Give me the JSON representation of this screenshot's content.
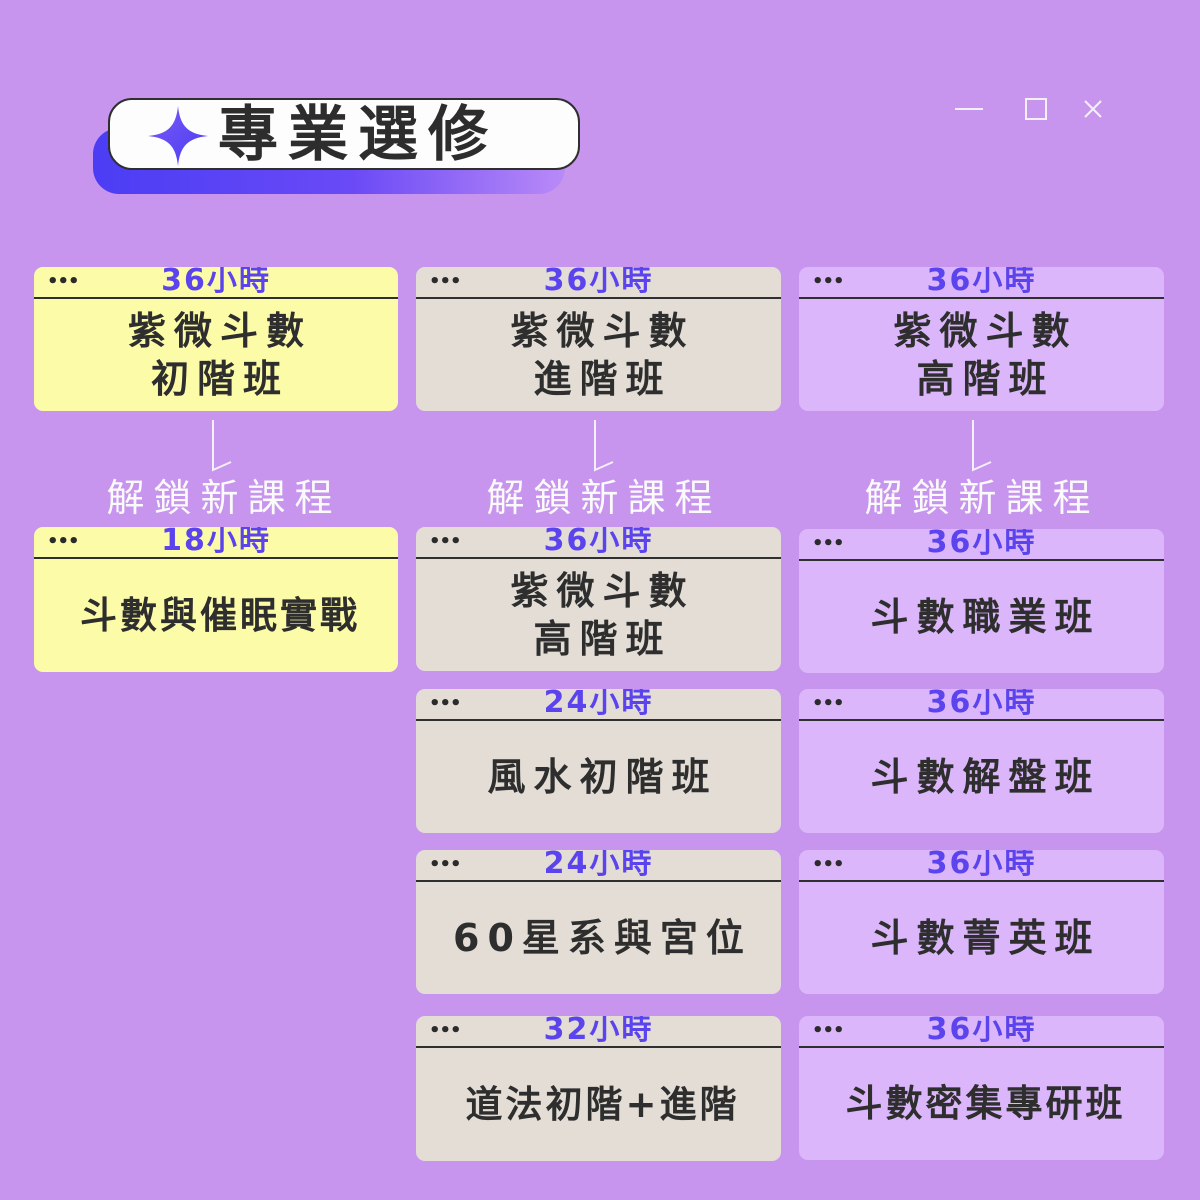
{
  "header": {
    "title": "專業選修",
    "title_icon": "sparkle-star-icon",
    "window_controls": [
      "minimize-icon",
      "maximize-icon",
      "close-icon"
    ]
  },
  "colors": {
    "background": "#c895ee",
    "hours_text": "#5b44ee",
    "card_yellow": "#fcfba8",
    "card_gray": "#e3ddd6",
    "card_lavender": "#dbb6fa"
  },
  "unlock_label": "解鎖新課程",
  "columns": [
    {
      "top": {
        "hours": "36小時",
        "name": "紫微斗數\n初階班"
      },
      "unlock": "解鎖新課程",
      "courses": [
        {
          "hours": "18小時",
          "name": "斗數與催眠實戰"
        }
      ]
    },
    {
      "top": {
        "hours": "36小時",
        "name": "紫微斗數\n進階班"
      },
      "unlock": "解鎖新課程",
      "courses": [
        {
          "hours": "36小時",
          "name": "紫微斗數\n高階班"
        },
        {
          "hours": "24小時",
          "name": "風水初階班"
        },
        {
          "hours": "24小時",
          "name": "60星系與宮位"
        },
        {
          "hours": "32小時",
          "name": "道法初階+進階"
        }
      ]
    },
    {
      "top": {
        "hours": "36小時",
        "name": "紫微斗數\n高階班"
      },
      "unlock": "解鎖新課程",
      "courses": [
        {
          "hours": "36小時",
          "name": "斗數職業班"
        },
        {
          "hours": "36小時",
          "name": "斗數解盤班"
        },
        {
          "hours": "36小時",
          "name": "斗數菁英班"
        },
        {
          "hours": "36小時",
          "name": "斗數密集專研班"
        }
      ]
    }
  ]
}
